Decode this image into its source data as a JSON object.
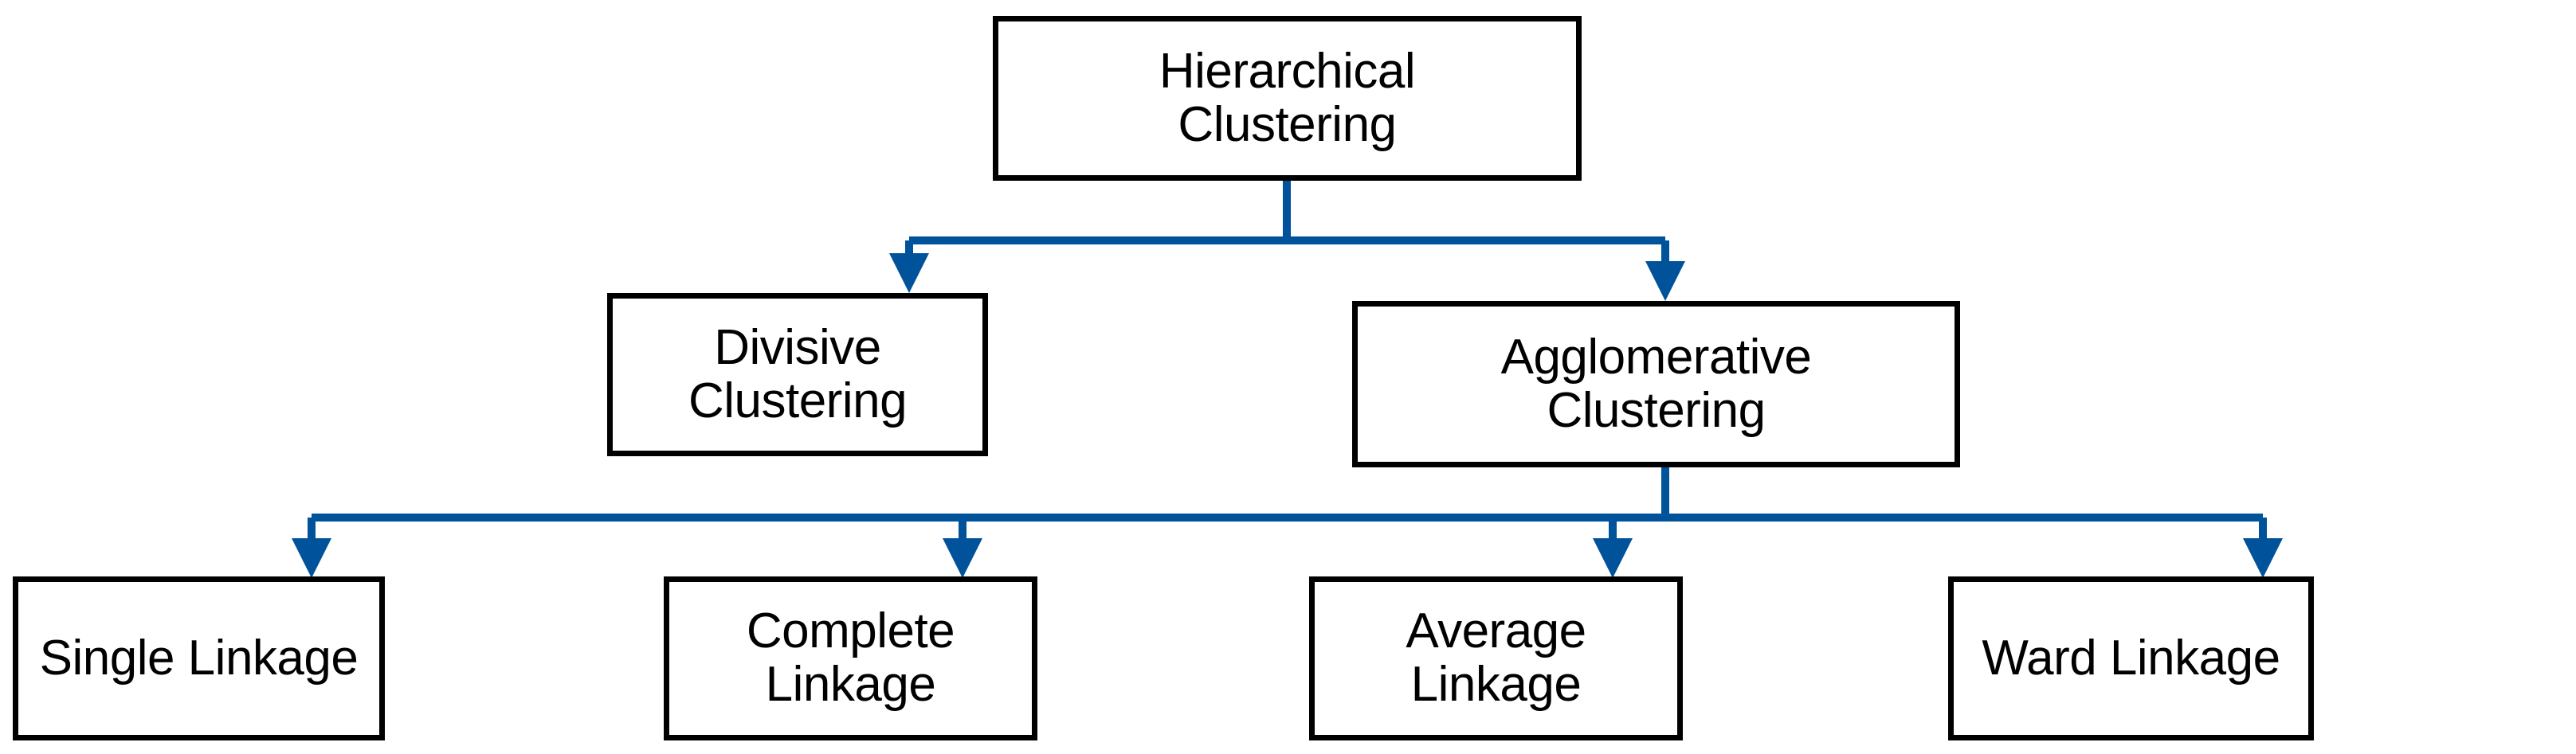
{
  "diagram": {
    "title": "Hierarchical Clustering taxonomy",
    "type": "tree-diagram",
    "orientation": "top-down",
    "colors": {
      "node_border": "#000000",
      "node_fill": "#FFFFFF",
      "connector": "#00529B",
      "text": "#000000",
      "background": "#FFFFFF"
    },
    "levels": [
      {
        "level": 1,
        "nodes": [
          {
            "id": "root",
            "label": "Hierarchical\nClustering"
          }
        ]
      },
      {
        "level": 2,
        "nodes": [
          {
            "id": "divisive",
            "label": "Divisive\nClustering"
          },
          {
            "id": "agglomerative",
            "label": "Agglomerative\nClustering"
          }
        ]
      },
      {
        "level": 3,
        "nodes": [
          {
            "id": "single",
            "label": "Single Linkage"
          },
          {
            "id": "complete",
            "label": "Complete Linkage"
          },
          {
            "id": "average",
            "label": "Average Linkage"
          },
          {
            "id": "ward",
            "label": "Ward Linkage"
          }
        ]
      }
    ],
    "edges": [
      {
        "from": "root",
        "to": "divisive",
        "arrow": "arrowhead-down-icon"
      },
      {
        "from": "root",
        "to": "agglomerative",
        "arrow": "arrowhead-down-icon"
      },
      {
        "from": "agglomerative",
        "to": "single",
        "arrow": "arrowhead-down-icon"
      },
      {
        "from": "agglomerative",
        "to": "complete",
        "arrow": "arrowhead-down-icon"
      },
      {
        "from": "agglomerative",
        "to": "average",
        "arrow": "arrowhead-down-icon"
      },
      {
        "from": "agglomerative",
        "to": "ward",
        "arrow": "arrowhead-down-icon"
      }
    ]
  },
  "nodes": {
    "root": {
      "label": "Hierarchical\nClustering"
    },
    "divisive": {
      "label": "Divisive\nClustering"
    },
    "agglomerative": {
      "label": "Agglomerative\nClustering"
    },
    "single": {
      "label": "Single Linkage"
    },
    "complete": {
      "label": "Complete Linkage"
    },
    "average": {
      "label": "Average Linkage"
    },
    "ward": {
      "label": "Ward Linkage"
    }
  }
}
